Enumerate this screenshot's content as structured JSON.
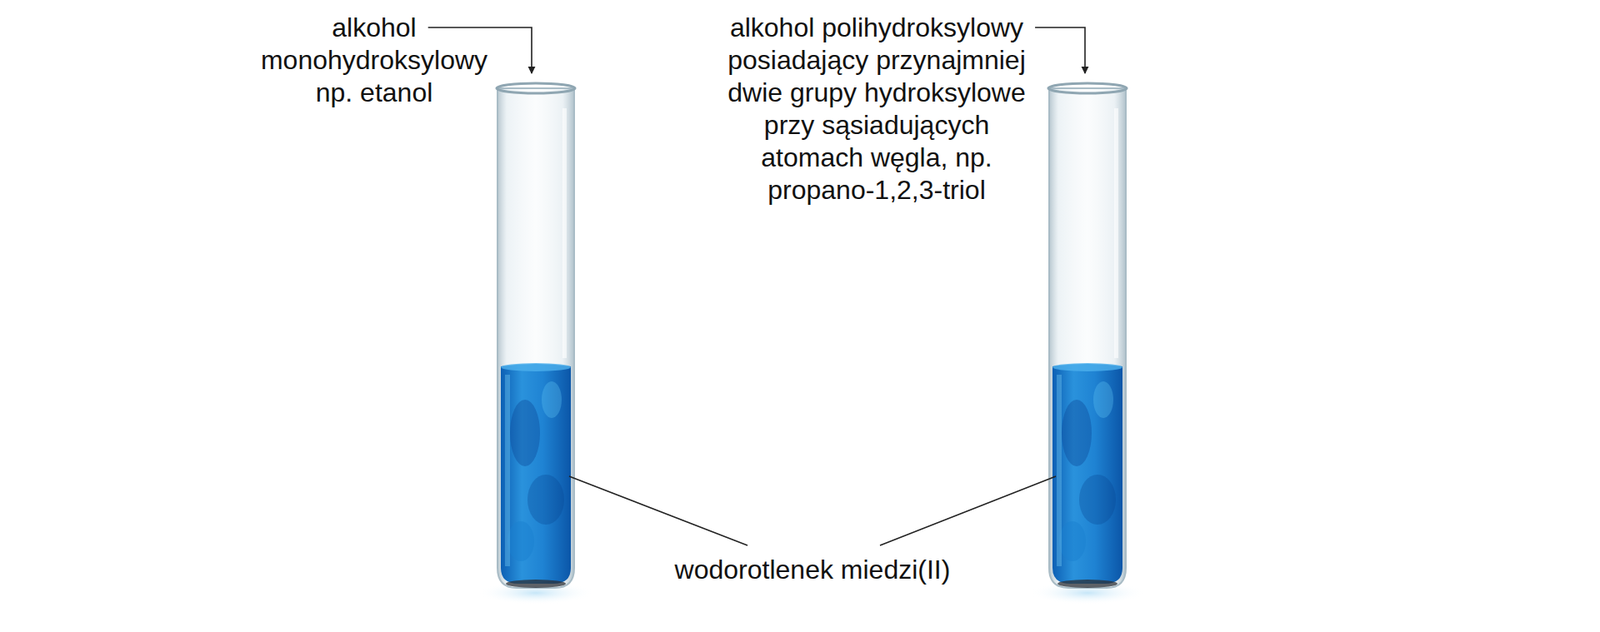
{
  "diagram": {
    "labels": [
      "alkohol monohydroksylowy np. etanol",
      "alkohol polihydroksylowy posiadający przynajmniej dwie grupy hydroksylowe przy sąsiadujących atomach węgla, np. propano-1,2,3-triol",
      "wodorotlenek miedzi(II)"
    ]
  }
}
